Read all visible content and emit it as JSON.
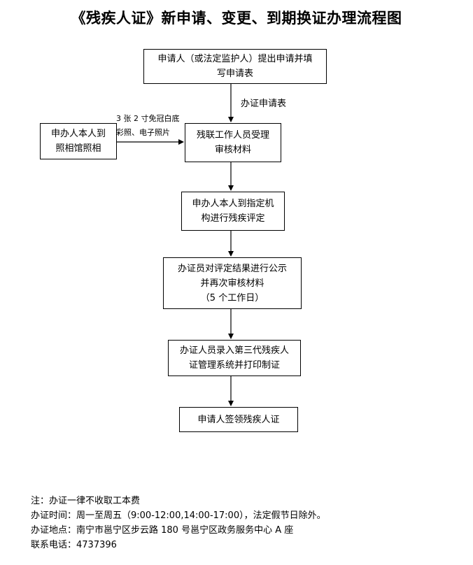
{
  "title": "《残疾人证》新申请、变更、到期换证办理流程图",
  "flow": {
    "step_apply": [
      "申请人（或法定监护人）提出申请并填",
      "写申请表"
    ],
    "label_form": "办证申请表",
    "step_photo": [
      "申办人本人到",
      "照相馆照相"
    ],
    "label_photo": [
      "3 张 2 寸免冠白底",
      "彩照、电子照片"
    ],
    "step_review": [
      "残联工作人员受理",
      "审核材料"
    ],
    "step_assess": [
      "申办人本人到指定机",
      "构进行残疾评定"
    ],
    "step_publicize": [
      "办证员对评定结果进行公示",
      "并再次审核材料",
      "（5 个工作日）"
    ],
    "step_enter": [
      "办证人员录入第三代残疾人",
      "证管理系统并打印制证"
    ],
    "step_collect": "申请人签领残疾人证"
  },
  "notes": {
    "fee": "注：办证一律不收取工本费",
    "hours": "办证时间：周一至周五（9:00-12:00,14:00-17:00），法定假节日除外。",
    "address": "办证地点：南宁市邕宁区步云路 180 号邕宁区政务服务中心 A 座",
    "phone": "联系电话：4737396"
  }
}
